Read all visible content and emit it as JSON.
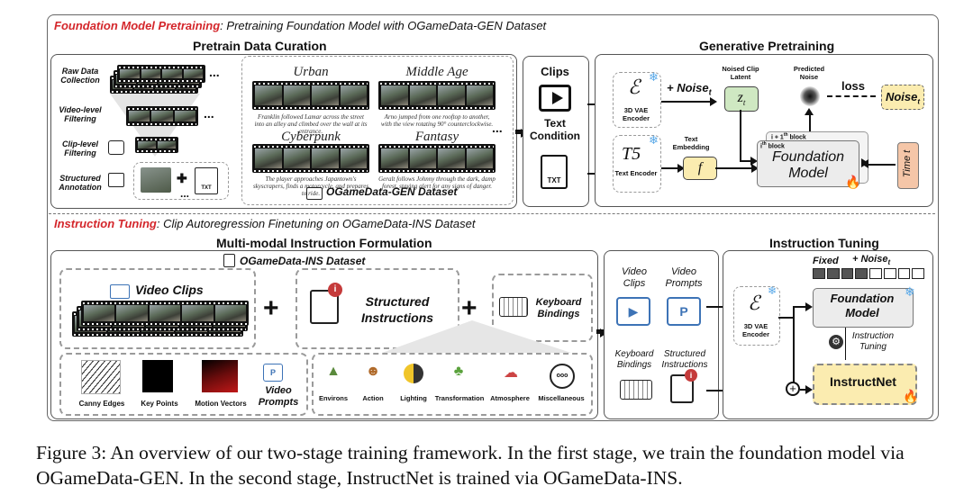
{
  "stage1": {
    "title": "Foundation Model Pretraining",
    "subtitle": ": Pretraining Foundation Model with OGameData-GEN Dataset",
    "curation_title": "Pretrain Data Curation",
    "curation_steps": [
      "Raw Data Collection",
      "Video-level Filtering",
      "Clip-level Filtering",
      "Structured Annotation"
    ],
    "annotation_file": "TXT",
    "ellipsis": "...",
    "genres": [
      {
        "name": "Urban",
        "caption": "Franklin followed Lamar across the street into an alley and climbed over the wall at its entrance."
      },
      {
        "name": "Middle Age",
        "caption": "Arno jumped from one rooftop to another, with the view rotating 90° counterclockwise."
      },
      {
        "name": "Cyberpunk",
        "caption": "The player approaches Japantown's skyscrapers, finds a motorcycle, and prepares to ride."
      },
      {
        "name": "Fantasy",
        "caption": "Geralt follows Johnny through the dark, damp forest, staying alert for any signs of danger."
      }
    ],
    "dataset_name": "OGameData-GEN Dataset",
    "clips_label": "Clips",
    "text_condition_label": "Text Condition",
    "txt_label": "TXT",
    "pretrain_title": "Generative Pretraining",
    "vae_symbol": "ℰ",
    "vae_label": "3D VAE Encoder",
    "t5_symbol": "T5",
    "t5_label": "Text Encoder",
    "plus_noise": "+ Noise",
    "noise_sub": "t",
    "noised_latent_label": "Noised Clip Latent",
    "zt_symbol": "z",
    "zt_sub": "t",
    "text_embedding_label": "Text Embedding",
    "f_symbol": "f",
    "predicted_noise_label": "Predicted Noise",
    "loss_label": "loss",
    "noise_box": "Noise",
    "noise_box_sub": "t",
    "block_i1": "i + 1",
    "block_i1_sup": "th",
    "block_i": "i",
    "block_i_sup": "th",
    "block_word": " block",
    "foundation_model": "Foundation Model",
    "time_label": "Time t"
  },
  "stage2": {
    "title": "Instruction Tuning",
    "subtitle": ": Clip Autoregression Finetuning on OGameData-INS Dataset",
    "formulation_title": "Multi-modal Instruction Formulation",
    "dataset_name": "OGameData-INS Dataset",
    "video_clips": "Video Clips",
    "structured_instructions": "Structured Instructions",
    "keyboard_bindings": "Keyboard Bindings",
    "plus": "+",
    "conditions": [
      "Canny Edges",
      "Key Points",
      "Motion Vectors"
    ],
    "video_prompts": "Video Prompts",
    "prompt_letter": "P",
    "instruction_types": [
      "Environs",
      "Action",
      "Lighting",
      "Transformation",
      "Atmosphere",
      "Miscellaneous"
    ],
    "misc_dots": "ooo",
    "mid_video_clips": "Video Clips",
    "mid_video_prompts": "Video Prompts",
    "mid_keyboard": "Keyboard Bindings",
    "mid_structured": "Structured Instructions",
    "tuning_title": "Instruction Tuning",
    "fixed_label": "Fixed",
    "plus_noise": "+ Noise",
    "noise_sub": "t",
    "vae_symbol": "ℰ",
    "vae_label": "3D VAE Encoder",
    "foundation_model": "Foundation Model",
    "instruction_tuning_label": "Instruction Tuning",
    "instructnet": "InstructNet"
  },
  "caption": "Figure 3: An overview of our two-stage training framework. In the first stage, we train the foundation model via OGameData-GEN. In the second stage, InstructNet is trained via OGameData-INS."
}
